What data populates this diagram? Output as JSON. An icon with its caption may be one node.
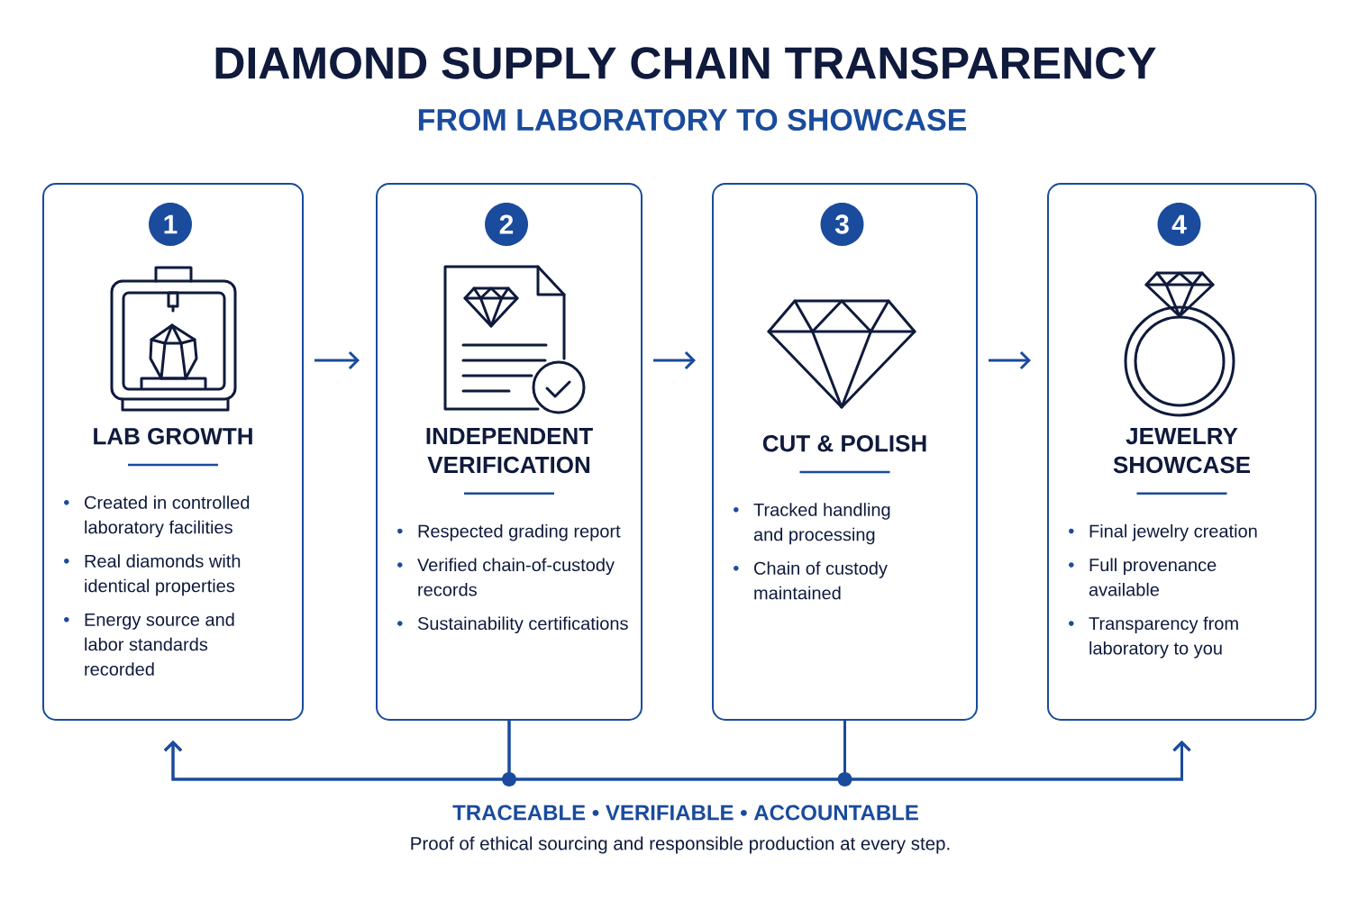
{
  "diagram": {
    "title": "DIAMOND SUPPLY CHAIN TRANSPARENCY",
    "nodes": [
      {
        "text": [
          "LAB GROWTH",
          "Created in controlled laboratory facilities",
          "Real diamonds with identical properties",
          "Energy source and labor standards recorded"
        ]
      },
      {
        "text": [
          "1"
        ],
        "in": 0
      },
      {
        "text": [
          "INDEPENDENT VERIFICATION",
          "Respected grading report",
          "Verified chain-of-custody records",
          "Sustainability certifications"
        ]
      },
      {
        "text": [
          "2"
        ],
        "in": 2
      },
      {
        "text": [
          "CUT & POLISH",
          "Tracked handling and processing",
          "Chain of custody maintained"
        ]
      },
      {
        "text": [
          "3"
        ],
        "in": 4
      },
      {
        "text": [
          "JEWELRY SHOWCASE",
          "Final jewelry creation",
          "Full provenance available",
          "Transparency from laboratory to you"
        ]
      },
      {
        "text": [
          "4"
        ],
        "in": 6
      }
    ],
    "edges": [
      {
        "from": 0,
        "to": 2,
        "arrow": "to"
      },
      {
        "from": 2,
        "to": 4,
        "arrow": "to"
      },
      {
        "from": 4,
        "to": 6,
        "arrow": "to"
      },
      {
        "from": 2,
        "to": 0,
        "arrow": "to"
      },
      {
        "from": 2,
        "to": 6,
        "arrow": "to"
      },
      {
        "from": 4,
        "to": 0,
        "arrow": "to"
      },
      {
        "from": 4,
        "to": 6,
        "arrow": "to"
      }
    ],
    "labels": [
      "FROM LABORATORY TO SHOWCASE",
      "TRACEABLE • VERIFIABLE • ACCOUNTABLE",
      "Proof of ethical sourcing and responsible production at every step."
    ]
  }
}
